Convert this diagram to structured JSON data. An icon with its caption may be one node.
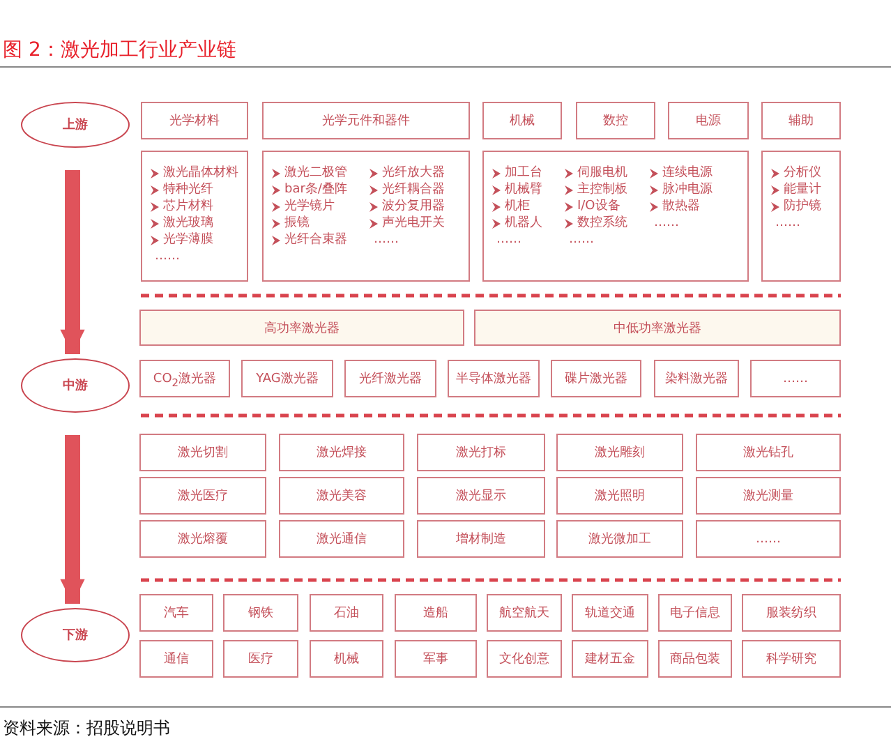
{
  "diagram": {
    "title": "图 2：激光加工行业产业链",
    "caption": "资料来源：招股说明书",
    "nodes": [
      {
        "text": [
          "上游"
        ]
      },
      {
        "text": [
          "光学材料"
        ]
      },
      {
        "text": [
          "光学元件和器件"
        ]
      },
      {
        "text": [
          "机械"
        ]
      },
      {
        "text": [
          "数控"
        ]
      },
      {
        "text": [
          "电源"
        ]
      },
      {
        "text": [
          "辅助"
        ]
      },
      {
        "text": [
          "激光晶体材料",
          "特种光纤",
          "芯片材料",
          "激光玻璃",
          "光学薄膜",
          "……"
        ]
      },
      {
        "text": [
          "激光二极管",
          "bar条/叠阵",
          "光学镜片",
          "振镜",
          "光纤合束器",
          "光纤放大器",
          "光纤耦合器",
          "波分复用器",
          "声光电开关",
          "……"
        ]
      },
      {
        "text": [
          "加工台",
          "机械臂",
          "机柜",
          "机器人",
          "……",
          "伺服电机",
          "主控制板",
          "I/O设备",
          "数控系统",
          "……",
          "连续电源",
          "脉冲电源",
          "散热器",
          "……"
        ]
      },
      {
        "text": [
          "分析仪",
          "能量计",
          "防护镜",
          "……"
        ]
      },
      {
        "text": [
          "高功率激光器"
        ]
      },
      {
        "text": [
          "中低功率激光器"
        ]
      },
      {
        "text": [
          "中游"
        ]
      },
      {
        "text": [
          "CO$_{2}$激光器"
        ]
      },
      {
        "text": [
          "YAG激光器"
        ]
      },
      {
        "text": [
          "光纤激光器"
        ]
      },
      {
        "text": [
          "半导体激光器"
        ]
      },
      {
        "text": [
          "碟片激光器"
        ]
      },
      {
        "text": [
          "染料激光器"
        ]
      },
      {
        "text": [
          "……"
        ]
      },
      {
        "text": [
          "激光切割"
        ]
      },
      {
        "text": [
          "激光焊接"
        ]
      },
      {
        "text": [
          "激光打标"
        ]
      },
      {
        "text": [
          "激光雕刻"
        ]
      },
      {
        "text": [
          "激光钻孔"
        ]
      },
      {
        "text": [
          "激光医疗"
        ]
      },
      {
        "text": [
          "激光美容"
        ]
      },
      {
        "text": [
          "激光显示"
        ]
      },
      {
        "text": [
          "激光照明"
        ]
      },
      {
        "text": [
          "激光测量"
        ]
      },
      {
        "text": [
          "激光熔覆"
        ]
      },
      {
        "text": [
          "激光通信"
        ]
      },
      {
        "text": [
          "增材制造"
        ]
      },
      {
        "text": [
          "激光微加工"
        ]
      },
      {
        "text": [
          "……"
        ]
      },
      {
        "text": [
          "下游"
        ]
      },
      {
        "text": [
          "汽车"
        ]
      },
      {
        "text": [
          "钢铁"
        ]
      },
      {
        "text": [
          "石油"
        ]
      },
      {
        "text": [
          "造船"
        ]
      },
      {
        "text": [
          "航空航天"
        ]
      },
      {
        "text": [
          "轨道交通"
        ]
      },
      {
        "text": [
          "电子信息"
        ]
      },
      {
        "text": [
          "服装纺织"
        ]
      },
      {
        "text": [
          "通信"
        ]
      },
      {
        "text": [
          "医疗"
        ]
      },
      {
        "text": [
          "机械"
        ]
      },
      {
        "text": [
          "军事"
        ]
      },
      {
        "text": [
          "文化创意"
        ]
      },
      {
        "text": [
          "建材五金"
        ]
      },
      {
        "text": [
          "商品包装"
        ]
      },
      {
        "text": [
          "科学研究"
        ]
      }
    ],
    "edges": [
      {
        "from": 0,
        "to": 13,
        "arrow": "to"
      },
      {
        "from": 13,
        "to": 36,
        "arrow": "to"
      }
    ]
  }
}
